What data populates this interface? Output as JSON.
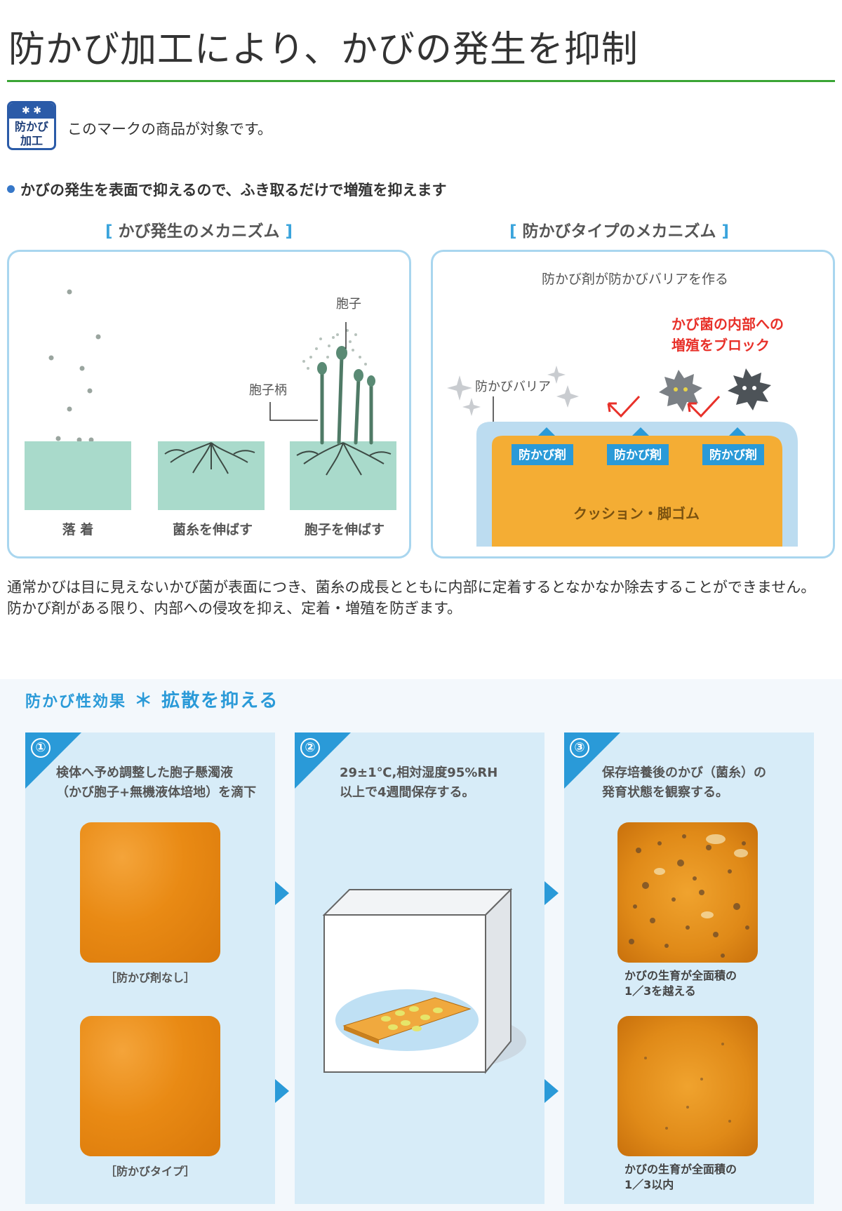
{
  "page_title": "防かび加工により、かびの発生を抑制",
  "mark": {
    "badge_line1": "防かび",
    "badge_line2": "加工",
    "note": "このマークの商品が対象です。"
  },
  "lead": "かびの発生を表面で抑えるので、ふき取るだけで増殖を抑えます",
  "left_panel": {
    "title": "かび発生のメカニズム",
    "label_spore": "胞子",
    "label_stalk": "胞子柄",
    "stage_1": "落 着",
    "stage_2": "菌糸を伸ばす",
    "stage_3": "胞子を伸ばす"
  },
  "right_panel": {
    "title": "防かびタイプのメカニズム",
    "caption": "防かび剤が防かびバリアを作る",
    "block_line1": "かび菌の内部への",
    "block_line2": "増殖をブロック",
    "barrier_label": "防かびバリア",
    "agent_label": "防かび剤",
    "material_label": "クッション・脚ゴム"
  },
  "body": {
    "line1": "通常かびは目に見えないかび菌が表面につき、菌糸の成長とともに内部に定着するとなかなか除去することができません。",
    "line2": "防かび剤がある限り、内部への侵攻を抑え、定着・増殖を防ぎます。"
  },
  "effect": {
    "head_prefix": "防かび性効果",
    "head_star": "＊",
    "head_main": "拡散を抑える",
    "steps": [
      {
        "num": "①",
        "line1": "検体へ予め調整した胞子懸濁液",
        "line2": "（かび胞子+無機液体培地）を滴下"
      },
      {
        "num": "②",
        "line1": "29±1℃,相対湿度95%RH",
        "line2": "以上で4週間保存する。"
      },
      {
        "num": "③",
        "line1": "保存培養後のかび（菌糸）の",
        "line2": "発育状態を観察する。"
      }
    ],
    "sample_none": "［防かび剤なし］",
    "sample_type": "［防かびタイプ］",
    "result_none_1": "かびの生育が全面積の",
    "result_none_2": "1／3を越える",
    "result_type_1": "かびの生育が全面積の",
    "result_type_2": "1／3以内"
  },
  "colors": {
    "accent_green": "#3aa535",
    "accent_blue": "#2a9ad8",
    "block_red": "#e8312a",
    "material_orange": "#f4ad34",
    "soil_green": "#a9dacb"
  }
}
